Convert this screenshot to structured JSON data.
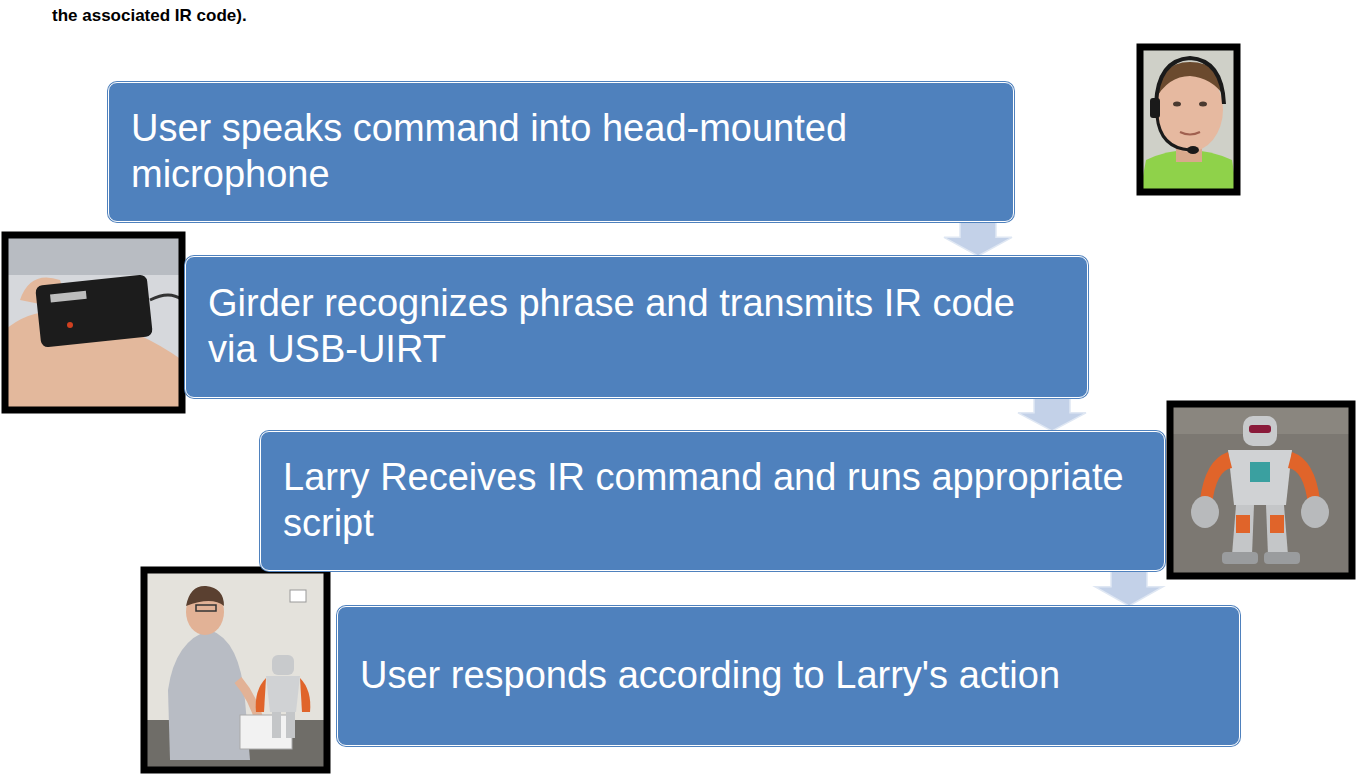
{
  "diagram": {
    "nodes": [
      {
        "text": [
          "User speaks command into head-mounted microphone"
        ]
      },
      {
        "text": [
          "Girder recognizes phrase and transmits IR code via USB-UIRT"
        ]
      },
      {
        "text": [
          "Larry Receives IR command and runs appropriate script"
        ]
      },
      {
        "text": [
          "User responds according to Larry's action"
        ]
      }
    ],
    "edges": [
      {
        "from": 0,
        "to": 1,
        "arrow": "to"
      },
      {
        "from": 1,
        "to": 2,
        "arrow": "to"
      },
      {
        "from": 2,
        "to": 3,
        "arrow": "to"
      }
    ],
    "labels": [
      "the associated IR code)."
    ]
  }
}
